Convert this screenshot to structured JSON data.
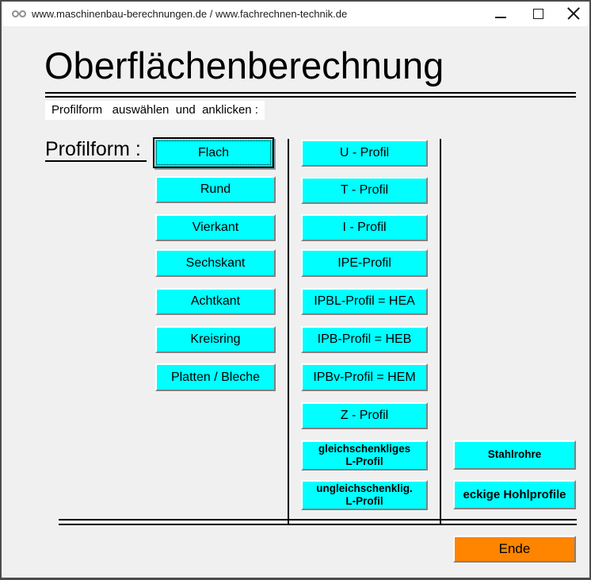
{
  "window": {
    "title": "www.maschinenbau-berechnungen.de / www.fachrechnen-technik.de"
  },
  "header": {
    "title": "Oberflächenberechnung",
    "instruction": "Profilform   auswählen  und  anklicken :"
  },
  "labels": {
    "profilform": "Profilform : "
  },
  "buttons": {
    "basic": [
      "Flach",
      "Rund",
      "Vierkant",
      "Sechskant",
      "Achtkant",
      "Kreisring",
      "Platten / Bleche"
    ],
    "profiles": [
      "U - Profil",
      "T - Profil",
      "I - Profil",
      "IPE-Profil",
      "IPBL-Profil = HEA",
      "IPB-Profil = HEB",
      "IPBv-Profil = HEM",
      "Z - Profil",
      "gleichschenkliges\nL-Profil",
      "ungleichschenklig.\nL-Profil"
    ],
    "extra": [
      "Stahlrohre",
      "eckige Hohlprofile"
    ]
  },
  "footer": {
    "ende_label": "Ende"
  },
  "colors": {
    "button_cyan": "#00ffff",
    "ende_orange": "#ff8500"
  }
}
